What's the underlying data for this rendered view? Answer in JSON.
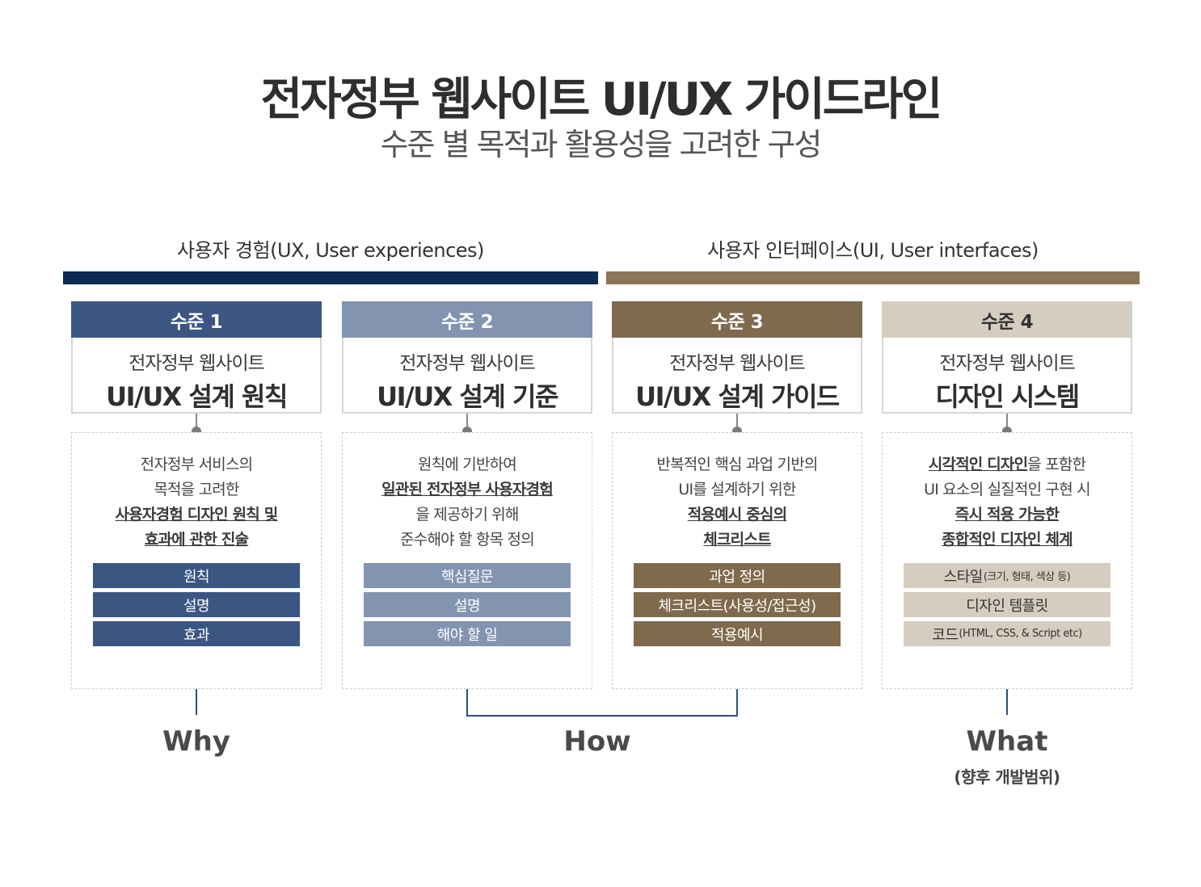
{
  "title": "전자정부 웹사이트 UI/UX 가이드라인",
  "subtitle": "수준 별 목적과 활용성을 고려한 구성",
  "sections": {
    "ux": {
      "label": "사용자 경험(UX, User experiences)",
      "color": "#0d2a57"
    },
    "ui": {
      "label": "사용자 인터페이스(UI, User interfaces)",
      "color": "#8a7658"
    }
  },
  "levels": [
    {
      "head": "수준 1",
      "head_bg": "#3b5683",
      "head_fg": "#ffffff",
      "sub": "전자정부 웹사이트",
      "main": "UI/UX 설계 원칙",
      "desc": [
        {
          "text": "전자정부 서비스의",
          "bold": false
        },
        {
          "text": "목적을 고려한",
          "bold": false
        },
        {
          "text": "사용자경험 디자인 원칙 및",
          "bold": true
        },
        {
          "text": "효과에 관한 진술",
          "bold": true
        }
      ],
      "pill_bg": "#3b5683",
      "pill_fg": "#ffffff",
      "pills": [
        {
          "text": "원칙",
          "small": ""
        },
        {
          "text": "설명",
          "small": ""
        },
        {
          "text": "효과",
          "small": ""
        }
      ]
    },
    {
      "head": "수준 2",
      "head_bg": "#8294b0",
      "head_fg": "#ffffff",
      "sub": "전자정부 웹사이트",
      "main": "UI/UX 설계 기준",
      "desc": [
        {
          "text": "원칙에 기반하여",
          "bold": false
        },
        {
          "text": "일관된 전자정부 사용자경험",
          "bold": true
        },
        {
          "text": "을 제공하기 위해",
          "bold": false
        },
        {
          "text": "준수해야 할 항목 정의",
          "bold": false
        }
      ],
      "pill_bg": "#8294b0",
      "pill_fg": "#ffffff",
      "pills": [
        {
          "text": "핵심질문",
          "small": ""
        },
        {
          "text": "설명",
          "small": ""
        },
        {
          "text": "해야 할 일",
          "small": ""
        }
      ]
    },
    {
      "head": "수준 3",
      "head_bg": "#7f6a4d",
      "head_fg": "#ffffff",
      "sub": "전자정부 웹사이트",
      "main": "UI/UX 설계 가이드",
      "desc": [
        {
          "text": "반복적인 핵심 과업 기반의",
          "bold": false
        },
        {
          "text": "UI를 설계하기 위한",
          "bold": false
        },
        {
          "text": "적용예시 중심의",
          "bold": true
        },
        {
          "text": "체크리스트",
          "bold": true
        }
      ],
      "pill_bg": "#7f6a4d",
      "pill_fg": "#ffffff",
      "pills": [
        {
          "text": "과업 정의",
          "small": ""
        },
        {
          "text": "체크리스트(사용성/접근성)",
          "small": ""
        },
        {
          "text": "적용예시",
          "small": ""
        }
      ]
    },
    {
      "head": "수준 4",
      "head_bg": "#d6cdc1",
      "head_fg": "#333333",
      "sub": "전자정부 웹사이트",
      "main": "디자인 시스템",
      "desc": [
        {
          "text": "시각적인 디자인을 포함한",
          "bold": false,
          "bold_prefix": "시각적인 디자인",
          "rest": "을 포함한"
        },
        {
          "text": "UI 요소의 실질적인 구현 시",
          "bold": false
        },
        {
          "text": "즉시 적용 가능한",
          "bold": true
        },
        {
          "text": "종합적인 디자인 체계",
          "bold": true
        }
      ],
      "pill_bg": "#d6cdc1",
      "pill_fg": "#333333",
      "pills": [
        {
          "text": "스타일",
          "small": "(크기, 형태, 색상 등)"
        },
        {
          "text": "디자인 템플릿",
          "small": ""
        },
        {
          "text": "코드",
          "small": "(HTML, CSS, & Script etc)"
        }
      ]
    }
  ],
  "bottom": {
    "why": "Why",
    "how": "How",
    "what": "What",
    "what_sub": "(향후 개발범위)"
  }
}
